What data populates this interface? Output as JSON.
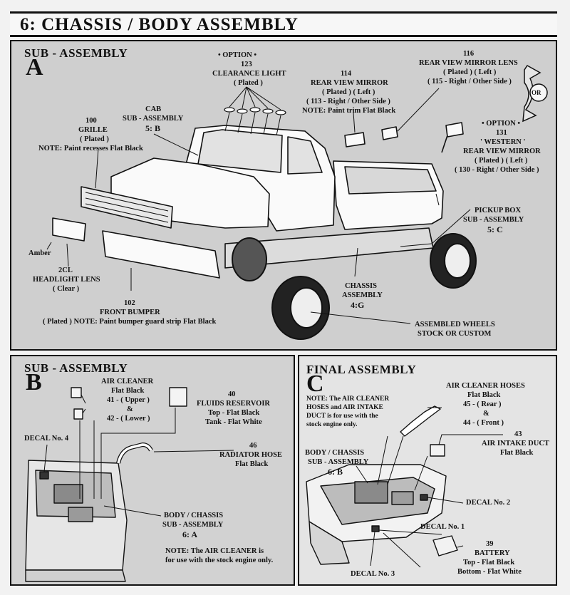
{
  "header": {
    "title": "6: CHASSIS / BODY ASSEMBLY"
  },
  "panel_a": {
    "heading": "SUB - ASSEMBLY",
    "letter": "A",
    "option_1": "• OPTION •",
    "clearance_num": "123",
    "clearance_name": "CLEARANCE LIGHT",
    "clearance_note": "( Plated )",
    "mirror_num": "114",
    "mirror_name": "REAR VIEW MIRROR",
    "mirror_plated": "( Plated ) ( Left )",
    "mirror_right": "( 113 - Right / Other Side )",
    "mirror_note": "NOTE: Paint trim Flat Black",
    "lens_num": "116",
    "lens_name": "REAR VIEW MIRROR LENS",
    "lens_plated": "( Plated ) ( Left )",
    "lens_right": "( 115 - Right / Other Side )",
    "or_label": "OR",
    "option_2": "• OPTION •",
    "western_num": "131",
    "western_label": "' WESTERN '",
    "western_name": "REAR VIEW MIRROR",
    "western_plated": "( Plated ) ( Left )",
    "western_right": "( 130 - Right / Other Side )",
    "cab_1": "CAB",
    "cab_2": "SUB - ASSEMBLY",
    "cab_3": "5: B",
    "grille_num": "100",
    "grille_name": "GRILLE",
    "grille_plated": "( Plated )",
    "grille_note": "NOTE: Paint recesses Flat Black",
    "amber": "Amber",
    "headlight_num": "2CL",
    "headlight_name": "HEADLIGHT LENS",
    "headlight_clear": "( Clear )",
    "bumper_num": "102",
    "bumper_name": "FRONT BUMPER",
    "bumper_note": "( Plated ) NOTE: Paint bumper guard strip Flat Black",
    "chassis_1": "CHASSIS",
    "chassis_2": "ASSEMBLY",
    "chassis_3": "4:G",
    "pickup_1": "PICKUP BOX",
    "pickup_2": "SUB - ASSEMBLY",
    "pickup_3": "5: C",
    "wheels_1": "ASSEMBLED WHEELS",
    "wheels_2": "STOCK OR CUSTOM"
  },
  "panel_b": {
    "heading": "SUB - ASSEMBLY",
    "letter": "B",
    "aircleaner_name": "AIR CLEANER",
    "aircleaner_finish": "Flat Black",
    "aircleaner_upper": "41 - ( Upper )",
    "aircleaner_and": "&",
    "aircleaner_lower": "42 - ( Lower )",
    "fluids_num": "40",
    "fluids_name": "FLUIDS RESERVOIR",
    "fluids_top": "Top - Flat Black",
    "fluids_tank": "Tank - Flat White",
    "decal4": "DECAL No. 4",
    "radiator_num": "46",
    "radiator_name": "RADIATOR HOSE",
    "radiator_finish": "Flat Black",
    "body_1": "BODY / CHASSIS",
    "body_2": "SUB - ASSEMBLY",
    "body_3": "6: A",
    "note_1": "NOTE:  The  AIR  CLEANER  is",
    "note_2": "for use with the stock engine only."
  },
  "panel_c": {
    "heading": "FINAL ASSEMBLY",
    "letter": "C",
    "note_1": "NOTE:  The  AIR  CLEANER",
    "note_2": "HOSES and AIR INTAKE",
    "note_3": "DUCT is for use with the",
    "note_4": "stock engine only.",
    "hoses_name": "AIR CLEANER HOSES",
    "hoses_finish": "Flat Black",
    "hoses_rear": "45 - ( Rear )",
    "hoses_and": "&",
    "hoses_front": "44 - ( Front )",
    "duct_num": "43",
    "duct_name": "AIR INTAKE DUCT",
    "duct_finish": "Flat Black",
    "body_1": "BODY / CHASSIS",
    "body_2": "SUB - ASSEMBLY",
    "body_3": "6: B",
    "decal2": "DECAL No. 2",
    "decal1": "DECAL No. 1",
    "decal3": "DECAL No. 3",
    "battery_num": "39",
    "battery_name": "BATTERY",
    "battery_top": "Top - Flat Black",
    "battery_bottom": "Bottom - Flat White"
  }
}
